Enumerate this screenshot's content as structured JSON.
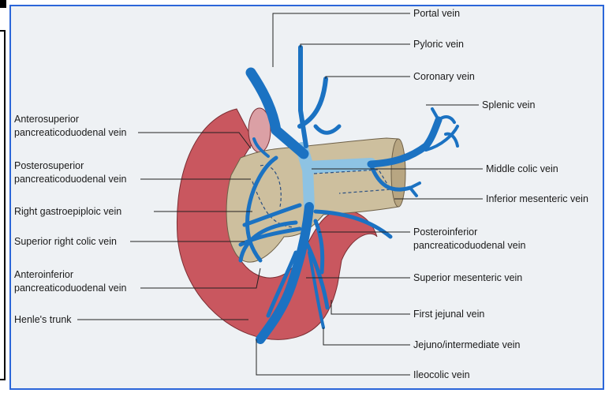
{
  "labels": {
    "portal": "Portal vein",
    "pyloric": "Pyloric vein",
    "coronary": "Coronary vein",
    "splenic": "Splenic vein",
    "middle_colic": "Middle colic vein",
    "inferior_mesenteric": "Inferior mesenteric vein",
    "posteroinferior_1": "Posteroinferior",
    "posteroinferior_2": "pancreaticoduodenal vein",
    "superior_mesenteric": "Superior mesenteric vein",
    "first_jejunal": "First jejunal vein",
    "jejuno_intermediate": "Jejuno/intermediate vein",
    "ileocolic": "Ileocolic vein",
    "anterosuperior_1": "Anterosuperior",
    "anterosuperior_2": "pancreaticoduodenal vein",
    "posterosuperior_1": "Posterosuperior",
    "posterosuperior_2": "pancreaticoduodenal vein",
    "right_gastroepiploic": "Right gastroepiploic vein",
    "superior_right_colic": "Superior right colic vein",
    "anteroinferior_1": "Anteroinferior",
    "anteroinferior_2": "pancreaticoduodenal vein",
    "henle": "Henle's trunk"
  },
  "colors": {
    "vein": "#1b72c2",
    "portal_highlight": "#8ec3e3",
    "pancreas": "#cdbf9e",
    "duodenum": "#c9575f",
    "panel_background": "#eef1f4",
    "panel_border": "#2b66d9"
  }
}
